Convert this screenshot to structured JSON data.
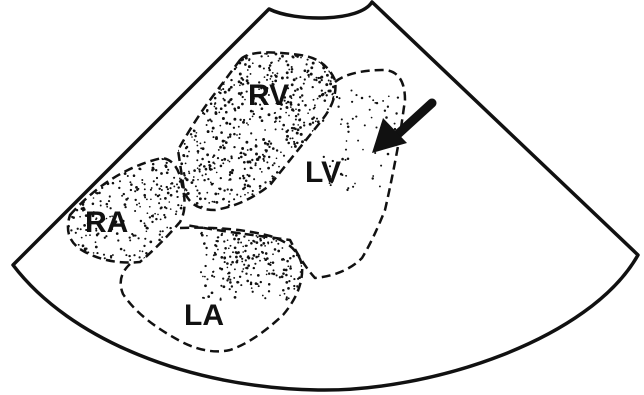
{
  "diagram": {
    "chambers": {
      "rv": "RV",
      "lv": "LV",
      "ra": "RA",
      "la": "LA"
    },
    "colors": {
      "ink": "#111111",
      "background": "#ffffff"
    },
    "annotations": {
      "arrow_icon": "arrow-icon"
    }
  }
}
